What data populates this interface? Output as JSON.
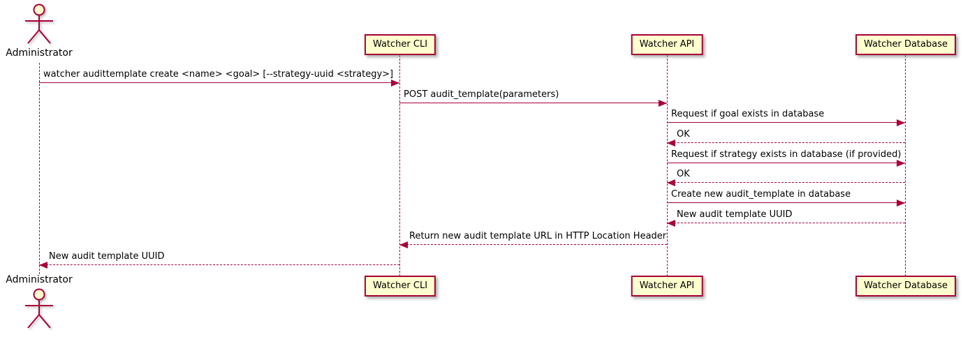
{
  "colors": {
    "line": "#A80036",
    "participant_fill": "#FEFECE",
    "text": "#000000",
    "background": "#FFFFFF"
  },
  "participants": [
    {
      "id": "administrator",
      "label": "Administrator",
      "type": "actor"
    },
    {
      "id": "cli",
      "label": "Watcher CLI",
      "type": "participant"
    },
    {
      "id": "api",
      "label": "Watcher API",
      "type": "participant"
    },
    {
      "id": "db",
      "label": "Watcher Database",
      "type": "participant"
    }
  ],
  "messages": [
    {
      "from": "administrator",
      "to": "cli",
      "line": "solid",
      "label": "watcher audittemplate create <name> <goal> [--strategy-uuid <strategy>]"
    },
    {
      "from": "cli",
      "to": "api",
      "line": "solid",
      "label": "POST audit_template(parameters)"
    },
    {
      "from": "api",
      "to": "db",
      "line": "solid",
      "label": "Request if goal exists in database"
    },
    {
      "from": "db",
      "to": "api",
      "line": "dashed",
      "label": "OK"
    },
    {
      "from": "api",
      "to": "db",
      "line": "solid",
      "label": "Request if strategy exists in database (if provided)"
    },
    {
      "from": "db",
      "to": "api",
      "line": "dashed",
      "label": "OK"
    },
    {
      "from": "api",
      "to": "db",
      "line": "solid",
      "label": "Create new audit_template in database"
    },
    {
      "from": "db",
      "to": "api",
      "line": "dashed",
      "label": "New audit template UUID"
    },
    {
      "from": "api",
      "to": "cli",
      "line": "dashed",
      "label": "Return new audit template URL in HTTP Location Header"
    },
    {
      "from": "cli",
      "to": "administrator",
      "line": "dashed",
      "label": "New audit template UUID"
    }
  ]
}
